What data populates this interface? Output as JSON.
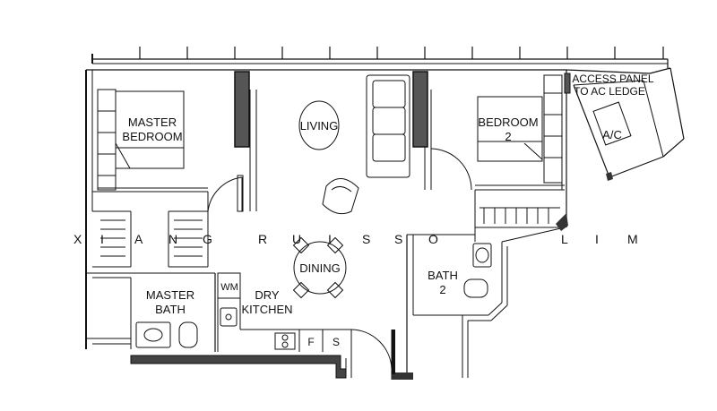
{
  "rooms": {
    "master_bedroom": [
      "MASTER",
      "BEDROOM"
    ],
    "living": "LIVING",
    "bedroom_2": [
      "BEDROOM",
      "2"
    ],
    "ac": "A/C",
    "access_panel": [
      "ACCESS PANEL",
      "TO AC LEDGE"
    ],
    "dining": "DINING",
    "master_bath": [
      "MASTER",
      "BATH"
    ],
    "wm": "WM",
    "dry_kitchen": [
      "DRY",
      "KITCHEN"
    ],
    "bath_2": [
      "BATH",
      "2"
    ],
    "fridge": "F",
    "stove": "S"
  },
  "watermark": [
    "X",
    "I",
    "A",
    "N",
    "G",
    "R",
    "U",
    "I",
    "S",
    "S",
    "O",
    "L",
    "I",
    "M"
  ],
  "colors": {
    "wall": "#111111",
    "structural_wall": "#555555",
    "watermark": "#c9c9c9",
    "background": "#ffffff"
  }
}
